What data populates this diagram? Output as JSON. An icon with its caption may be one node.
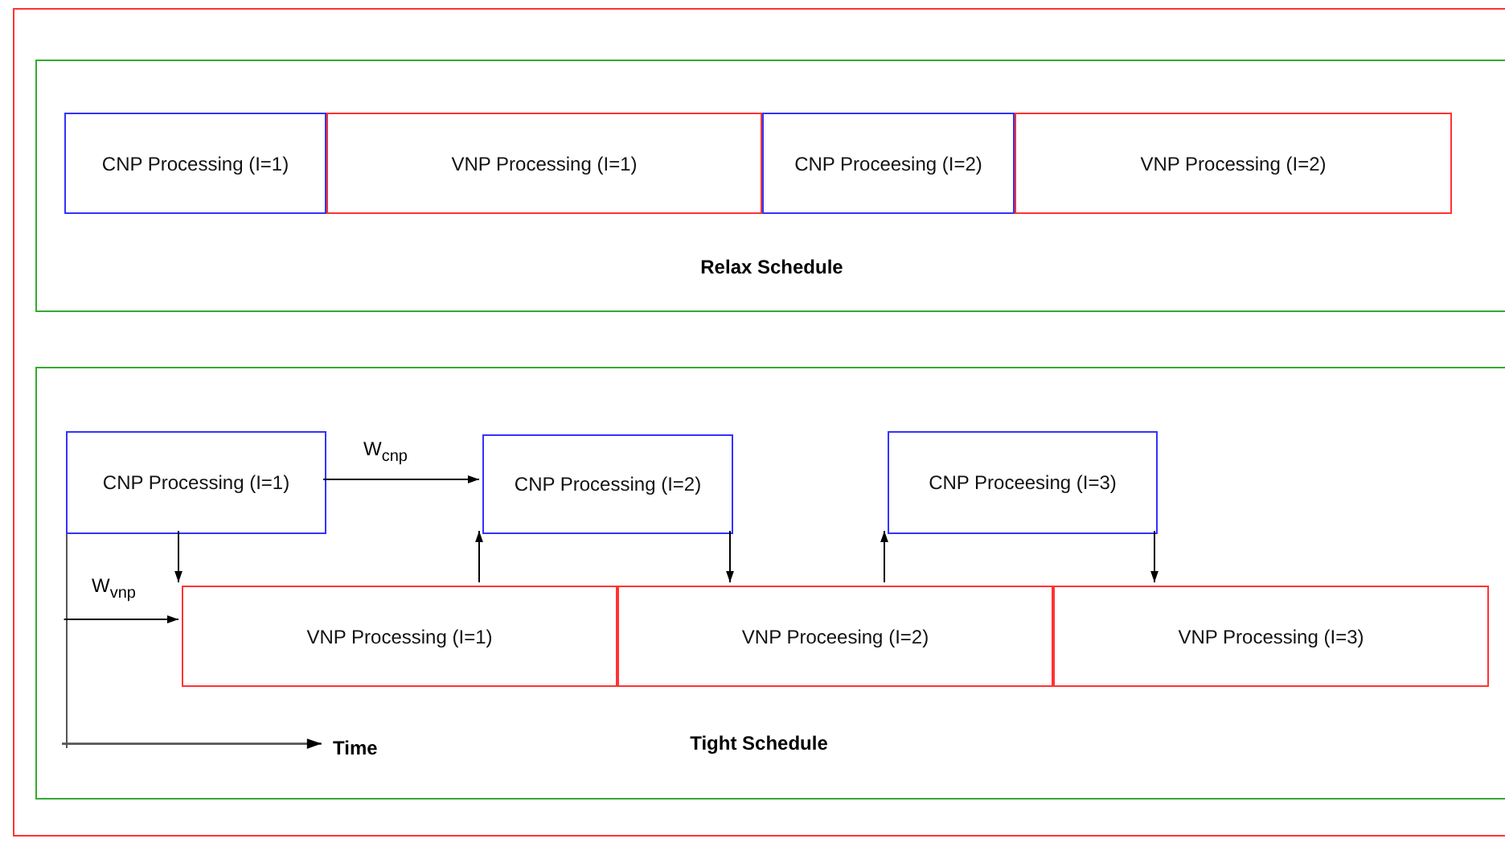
{
  "diagram": {
    "nodes": [
      {
        "text": [],
        "shape": "box"
      },
      {
        "text": [
          "Relax Schedule"
        ],
        "in": 0
      },
      {
        "text": [
          "CNP Processing (I=1)"
        ],
        "in": 1
      },
      {
        "text": [
          "VNP Processing (I=1)"
        ],
        "in": 1
      },
      {
        "text": [
          "CNP Proceesing (I=2)"
        ],
        "in": 1
      },
      {
        "text": [
          "VNP Processing (I=2)"
        ],
        "in": 1
      },
      {
        "text": [
          "Tight Schedule"
        ],
        "in": 0
      },
      {
        "text": [
          "CNP Processing (I=1)"
        ],
        "in": 6
      },
      {
        "text": [
          "CNP Processing (I=2)"
        ],
        "in": 6
      },
      {
        "text": [
          "CNP Proceesing (I=3)"
        ],
        "in": 6
      },
      {
        "text": [
          "VNP Processing (I=1)"
        ],
        "in": 6
      },
      {
        "text": [
          "VNP Proceesing (I=2)"
        ],
        "in": 6
      },
      {
        "text": [
          "VNP Processing (I=3)"
        ],
        "in": 6
      },
      {
        "text": [],
        "shape": "line",
        "in": 6
      }
    ],
    "edges": [
      {
        "from": 7,
        "to": 8,
        "arrow": "to",
        "label": "W$_{cnp}$"
      },
      {
        "from": 13,
        "to": 10,
        "arrow": "to",
        "label": "W$_{vnp}$"
      },
      {
        "from": 7,
        "to": 10,
        "arrow": "to"
      },
      {
        "from": 10,
        "to": 8,
        "arrow": "to"
      },
      {
        "from": 8,
        "to": 11,
        "arrow": "to"
      },
      {
        "from": 11,
        "to": 9,
        "arrow": "to"
      },
      {
        "from": 9,
        "to": 12,
        "arrow": "to"
      }
    ],
    "labels": [
      "Time"
    ]
  }
}
